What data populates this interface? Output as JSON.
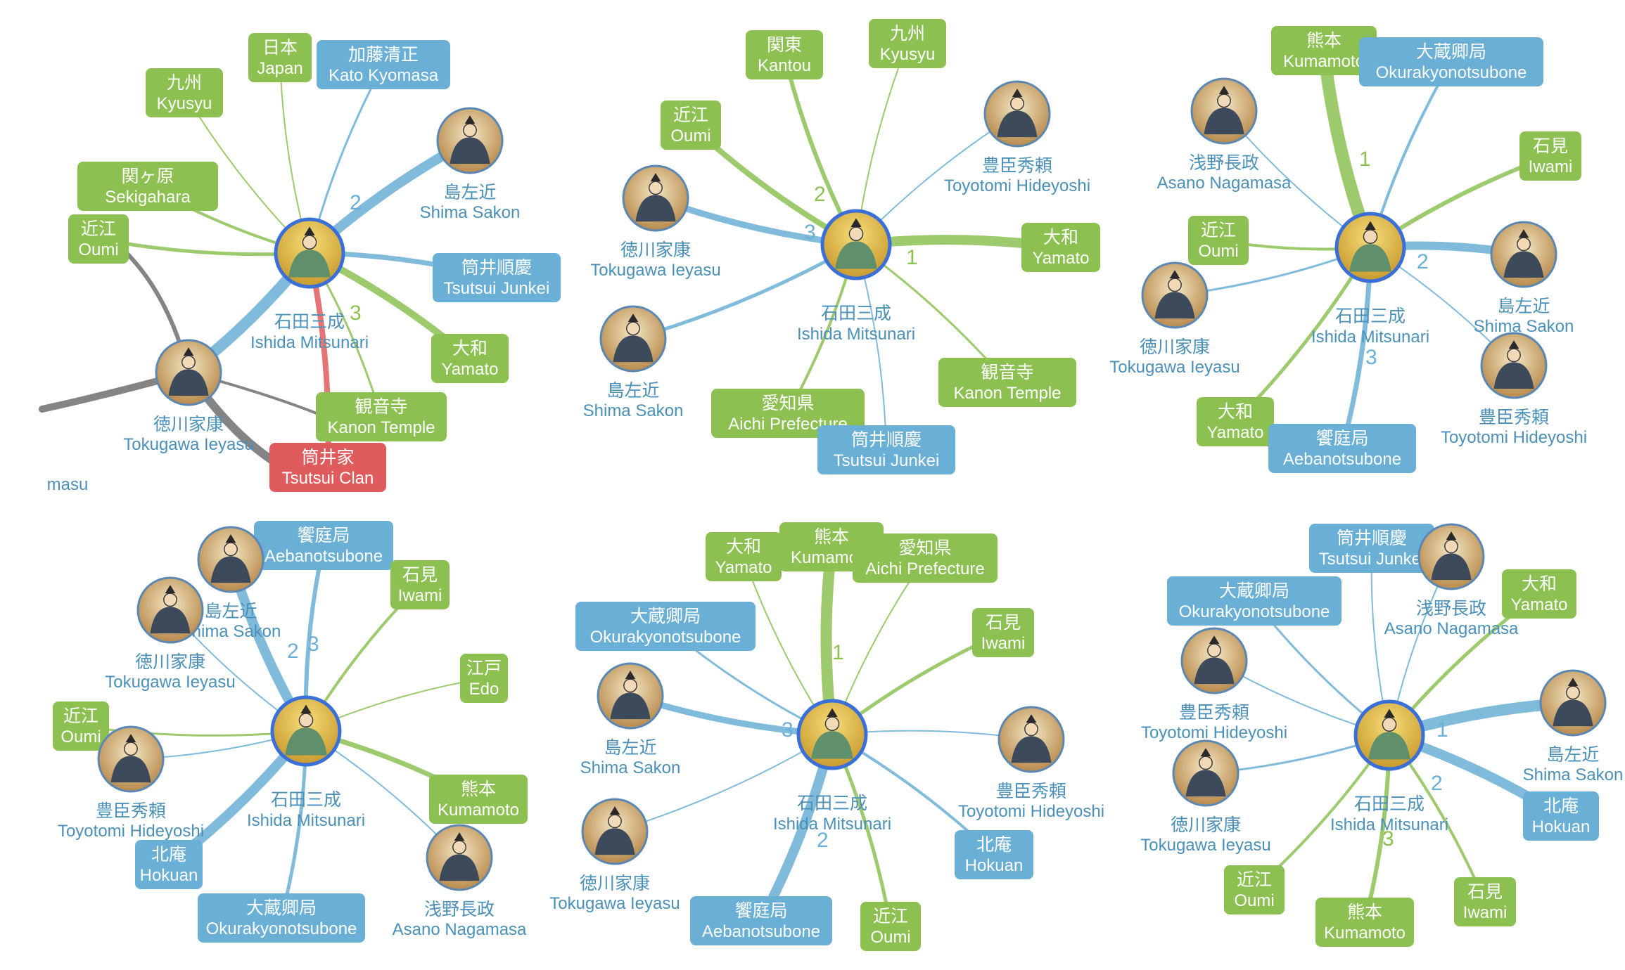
{
  "colors": {
    "place": "#8cc152",
    "person": "#6aafd6",
    "clan": "#e05c5c",
    "link_other": "#777777",
    "label_text": "#4a90b8",
    "center_ring": "#3b6fd8"
  },
  "icons": {
    "portrait": "portrait-icon"
  },
  "panels": [
    {
      "name": "panel-1",
      "center": {
        "jp": "石田三成",
        "en": "Ishida Mitsunari"
      },
      "nodes": [
        {
          "kind": "place",
          "jp": "日本",
          "en": "Japan"
        },
        {
          "kind": "person",
          "jp": "加藤清正",
          "en": "Kato Kyomasa"
        },
        {
          "kind": "place",
          "jp": "九州",
          "en": "Kyusyu"
        },
        {
          "kind": "place",
          "jp": "関ヶ原",
          "en": "Sekigahara"
        },
        {
          "kind": "place",
          "jp": "近江",
          "en": "Oumi"
        },
        {
          "kind": "portrait",
          "jp": "島左近",
          "en": "Shima Sakon"
        },
        {
          "kind": "person",
          "jp": "筒井順慶",
          "en": "Tsutsui Junkei"
        },
        {
          "kind": "place",
          "jp": "大和",
          "en": "Yamato"
        },
        {
          "kind": "place",
          "jp": "観音寺",
          "en": "Kanon Temple"
        },
        {
          "kind": "clan",
          "jp": "筒井家",
          "en": "Tsutsui Clan"
        },
        {
          "kind": "portrait",
          "jp": "徳川家康",
          "en": "Tokugawa Ieyasu"
        },
        {
          "kind": "fragment",
          "en": "masu"
        }
      ],
      "edge_numbers": [
        "2",
        "3"
      ]
    },
    {
      "name": "panel-2",
      "center": {
        "jp": "石田三成",
        "en": "Ishida Mitsunari"
      },
      "nodes": [
        {
          "kind": "place",
          "jp": "関東",
          "en": "Kantou"
        },
        {
          "kind": "place",
          "jp": "九州",
          "en": "Kyusyu"
        },
        {
          "kind": "place",
          "jp": "近江",
          "en": "Oumi"
        },
        {
          "kind": "portrait",
          "jp": "豊臣秀頼",
          "en": "Toyotomi Hideyoshi"
        },
        {
          "kind": "portrait",
          "jp": "徳川家康",
          "en": "Tokugawa Ieyasu"
        },
        {
          "kind": "place",
          "jp": "大和",
          "en": "Yamato"
        },
        {
          "kind": "portrait",
          "jp": "島左近",
          "en": "Shima Sakon"
        },
        {
          "kind": "place",
          "jp": "観音寺",
          "en": "Kanon Temple"
        },
        {
          "kind": "place",
          "jp": "愛知県",
          "en": "Aichi Prefecture"
        },
        {
          "kind": "person",
          "jp": "筒井順慶",
          "en": "Tsutsui Junkei"
        }
      ],
      "edge_numbers": [
        "2",
        "3",
        "1"
      ]
    },
    {
      "name": "panel-3",
      "center": {
        "jp": "石田三成",
        "en": "Ishida Mitsunari"
      },
      "nodes": [
        {
          "kind": "place",
          "jp": "熊本",
          "en": "Kumamoto"
        },
        {
          "kind": "person",
          "jp": "大蔵卿局",
          "en": "Okurakyonotsubone"
        },
        {
          "kind": "portrait",
          "jp": "浅野長政",
          "en": "Asano Nagamasa"
        },
        {
          "kind": "place",
          "jp": "石見",
          "en": "Iwami"
        },
        {
          "kind": "place",
          "jp": "近江",
          "en": "Oumi"
        },
        {
          "kind": "portrait",
          "jp": "島左近",
          "en": "Shima Sakon"
        },
        {
          "kind": "portrait",
          "jp": "徳川家康",
          "en": "Tokugawa Ieyasu"
        },
        {
          "kind": "place",
          "jp": "大和",
          "en": "Yamato"
        },
        {
          "kind": "person",
          "jp": "饗庭局",
          "en": "Aebanotsubone"
        },
        {
          "kind": "portrait",
          "jp": "豊臣秀頼",
          "en": "Toyotomi Hideyoshi"
        }
      ],
      "edge_numbers": [
        "1",
        "2",
        "3"
      ]
    },
    {
      "name": "panel-4",
      "center": {
        "jp": "石田三成",
        "en": "Ishida Mitsunari"
      },
      "nodes": [
        {
          "kind": "person",
          "jp": "饗庭局",
          "en": "Aebanotsubone"
        },
        {
          "kind": "place",
          "jp": "石見",
          "en": "Iwami"
        },
        {
          "kind": "portrait",
          "jp": "島左近",
          "en": "Shima Sakon"
        },
        {
          "kind": "portrait",
          "jp": "徳川家康",
          "en": "Tokugawa Ieyasu"
        },
        {
          "kind": "place",
          "jp": "江戸",
          "en": "Edo"
        },
        {
          "kind": "place",
          "jp": "近江",
          "en": "Oumi"
        },
        {
          "kind": "portrait",
          "jp": "豊臣秀頼",
          "en": "Toyotomi Hideyoshi"
        },
        {
          "kind": "place",
          "jp": "熊本",
          "en": "Kumamoto"
        },
        {
          "kind": "person",
          "jp": "北庵",
          "en": "Hokuan"
        },
        {
          "kind": "portrait",
          "jp": "浅野長政",
          "en": "Asano Nagamasa"
        },
        {
          "kind": "person",
          "jp": "大蔵卿局",
          "en": "Okurakyonotsubone"
        }
      ],
      "edge_numbers": [
        "2",
        "3"
      ]
    },
    {
      "name": "panel-5",
      "center": {
        "jp": "石田三成",
        "en": "Ishida Mitsunari"
      },
      "nodes": [
        {
          "kind": "place",
          "jp": "大和",
          "en": "Yamato"
        },
        {
          "kind": "place",
          "jp": "熊本",
          "en": "Kumamoto"
        },
        {
          "kind": "place",
          "jp": "愛知県",
          "en": "Aichi Prefecture"
        },
        {
          "kind": "person",
          "jp": "大蔵卿局",
          "en": "Okurakyonotsubone"
        },
        {
          "kind": "place",
          "jp": "石見",
          "en": "Iwami"
        },
        {
          "kind": "portrait",
          "jp": "島左近",
          "en": "Shima Sakon"
        },
        {
          "kind": "portrait",
          "jp": "豊臣秀頼",
          "en": "Toyotomi Hideyoshi"
        },
        {
          "kind": "person",
          "jp": "北庵",
          "en": "Hokuan"
        },
        {
          "kind": "portrait",
          "jp": "徳川家康",
          "en": "Tokugawa Ieyasu"
        },
        {
          "kind": "person",
          "jp": "饗庭局",
          "en": "Aebanotsubone"
        },
        {
          "kind": "place",
          "jp": "近江",
          "en": "Oumi"
        }
      ],
      "edge_numbers": [
        "1",
        "3",
        "2"
      ]
    },
    {
      "name": "panel-6",
      "center": {
        "jp": "石田三成",
        "en": "Ishida Mitsunari"
      },
      "nodes": [
        {
          "kind": "person",
          "jp": "筒井順慶",
          "en": "Tsutsui Junkei"
        },
        {
          "kind": "portrait",
          "jp": "浅野長政",
          "en": "Asano Nagamasa"
        },
        {
          "kind": "person",
          "jp": "大蔵卿局",
          "en": "Okurakyonotsubone"
        },
        {
          "kind": "place",
          "jp": "大和",
          "en": "Yamato"
        },
        {
          "kind": "portrait",
          "jp": "豊臣秀頼",
          "en": "Toyotomi Hideyoshi"
        },
        {
          "kind": "portrait",
          "jp": "島左近",
          "en": "Shima Sakon"
        },
        {
          "kind": "portrait",
          "jp": "徳川家康",
          "en": "Tokugawa Ieyasu"
        },
        {
          "kind": "person",
          "jp": "北庵",
          "en": "Hokuan"
        },
        {
          "kind": "place",
          "jp": "近江",
          "en": "Oumi"
        },
        {
          "kind": "place",
          "jp": "熊本",
          "en": "Kumamoto"
        },
        {
          "kind": "place",
          "jp": "石見",
          "en": "Iwami"
        }
      ],
      "edge_numbers": [
        "1",
        "2",
        "3"
      ]
    }
  ]
}
